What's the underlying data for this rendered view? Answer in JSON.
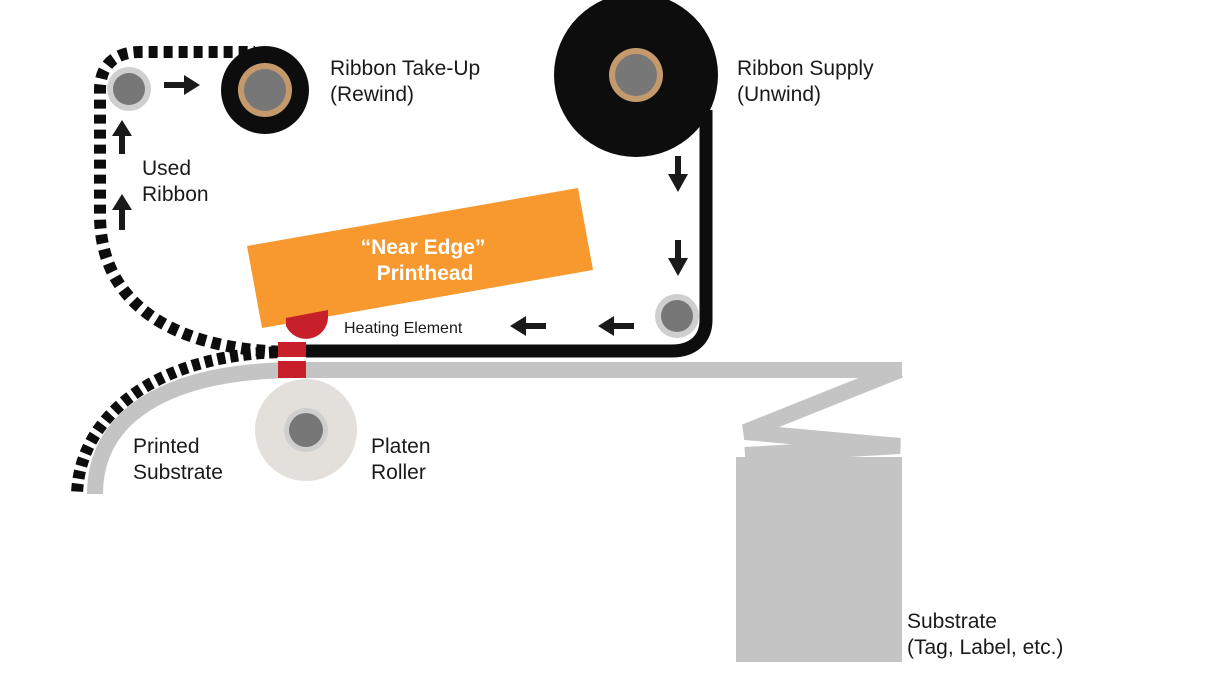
{
  "labels": {
    "takeup_line1": "Ribbon Take-Up",
    "takeup_line2": "(Rewind)",
    "supply_line1": "Ribbon Supply",
    "supply_line2": "(Unwind)",
    "used_line1": "Used",
    "used_line2": "Ribbon",
    "printhead_line1": "“Near Edge”",
    "printhead_line2": "Printhead",
    "heating_element": "Heating Element",
    "printed_line1": "Printed",
    "printed_line2": "Substrate",
    "platen_line1": "Platen",
    "platen_line2": "Roller",
    "substrate_line1": "Substrate",
    "substrate_line2": "(Tag, Label, etc.)"
  },
  "colors": {
    "ribbon": "#0d0d0d",
    "substrate": "#c4c4c4",
    "printhead": "#f7992e",
    "heating_element": "#c8202b",
    "core_ring": "#c49a6c",
    "core": "#777777",
    "platen": "#e3e0dc",
    "idler_ring": "#cfcfcf"
  }
}
